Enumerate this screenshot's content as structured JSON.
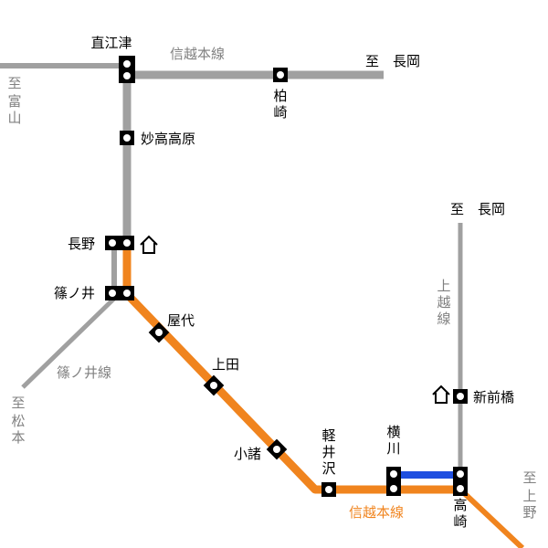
{
  "colors": {
    "line_gray": "#a0a0a0",
    "line_orange": "#f0841e",
    "line_blue": "#1f4fe0",
    "station_fill": "#000000",
    "station_dot": "#ffffff",
    "label_gray": "#808080"
  },
  "lines": {
    "shinetsu_north": "信越本線",
    "shinetsu_south": "信越本線",
    "shinonoi": "篠ノ井線",
    "joetsu": "上越線"
  },
  "stations": {
    "naoetsu": "直江津",
    "kakizaki": "柏崎",
    "myokokogen": "妙高高原",
    "nagano": "長野",
    "shinonoi": "篠ノ井",
    "yashiro": "屋代",
    "ueda": "上田",
    "komoro": "小諸",
    "karuizawa": "軽井沢",
    "yokokawa": "横川",
    "takasaki": "高崎",
    "shinmaebashi": "新前橋"
  },
  "directions": {
    "to_nagaoka_east": "至　長岡",
    "to_toyama": "至　富山",
    "to_nagaoka_north": "至　長岡",
    "to_matsumoto": "至　松本",
    "to_ueno": "至　上野"
  },
  "icons": {
    "home_nagano": "home-icon",
    "home_shinmaebashi": "home-icon"
  }
}
